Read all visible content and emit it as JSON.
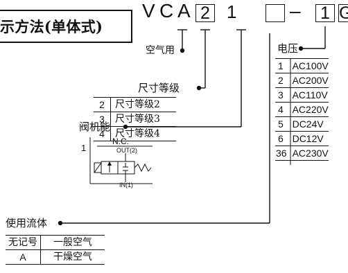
{
  "title": {
    "text": "示方法(单体式)"
  },
  "model_code": {
    "prefix": [
      "V",
      "C",
      "A"
    ],
    "size_value": "2",
    "valve_function_value": "1",
    "fluid_value": "",
    "dash": "–",
    "voltage_value": "1",
    "suffix_partial": "G"
  },
  "fluid_air": {
    "label": "空气用"
  },
  "size": {
    "label": "尺寸等级",
    "rows": [
      {
        "key": "2",
        "value": "尺寸等级2"
      },
      {
        "key": "3",
        "value": "尺寸等级3"
      },
      {
        "key": "4",
        "value": "尺寸等级4"
      }
    ]
  },
  "valve_function": {
    "label": "阀机能",
    "row_key": "1",
    "nc_label": "N.C.",
    "out_label": "OUT(2)",
    "in_label": "IN(1)"
  },
  "fluid": {
    "label": "使用流体",
    "rows": [
      {
        "key": "无记号",
        "value": "一般空气"
      },
      {
        "key": "A",
        "value": "干燥空气"
      }
    ]
  },
  "voltage": {
    "label": "电压",
    "rows": [
      {
        "key": "1",
        "value": "AC100V"
      },
      {
        "key": "2",
        "value": "AC200V"
      },
      {
        "key": "3",
        "value": "AC110V"
      },
      {
        "key": "4",
        "value": "AC220V"
      },
      {
        "key": "5",
        "value": "DC24V"
      },
      {
        "key": "6",
        "value": "DC12V"
      },
      {
        "key": "36",
        "value": "AC230V"
      }
    ]
  }
}
